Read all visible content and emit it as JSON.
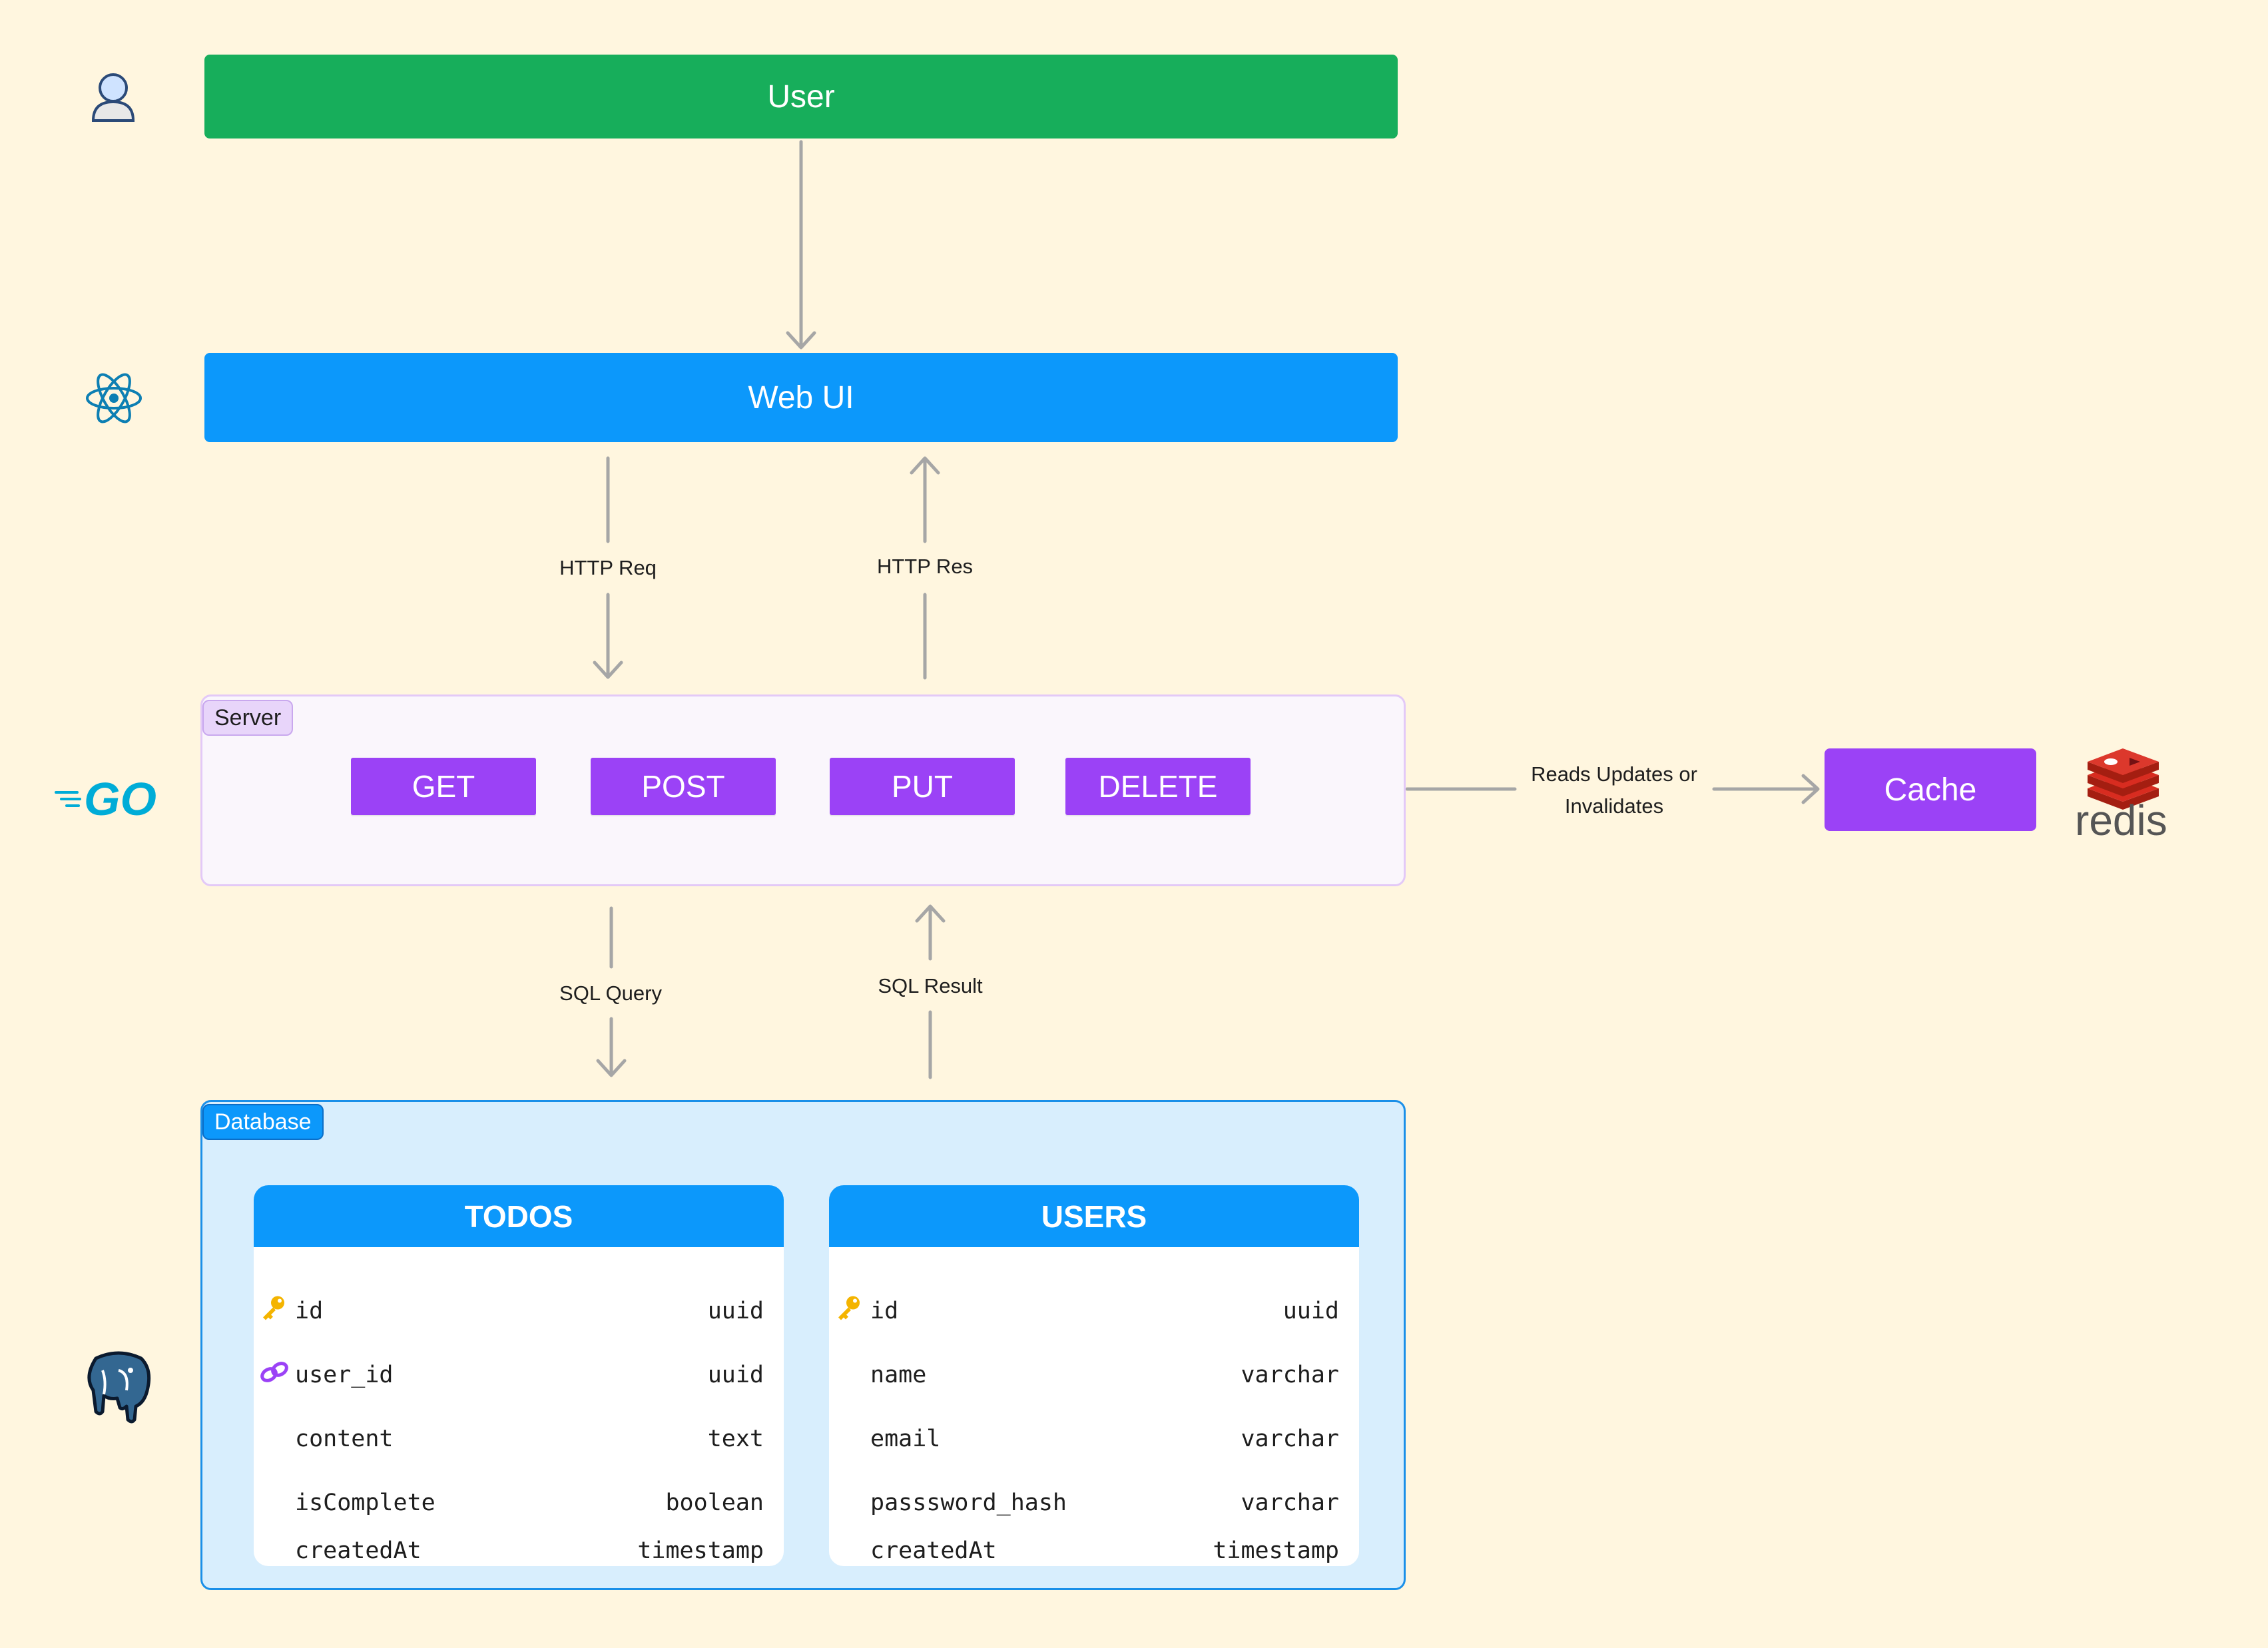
{
  "lanes": {
    "user": {
      "label": "User",
      "icon": "user-icon",
      "color": "#17ae5b"
    },
    "webui": {
      "label": "Web UI",
      "icon": "react-icon",
      "color": "#0c98fb"
    },
    "server": {
      "label": "Server",
      "icon": "go-logo-icon",
      "logo_text": "GO"
    },
    "database": {
      "label": "Database",
      "icon": "postgresql-elephant-icon"
    }
  },
  "server_methods": [
    "GET",
    "POST",
    "PUT",
    "DELETE"
  ],
  "cache": {
    "label": "Cache",
    "logo_text": "redis",
    "color": "#9b42f6"
  },
  "edges": {
    "http_req": "HTTP Req",
    "http_res": "HTTP Res",
    "sql_query": "SQL Query",
    "sql_result": "SQL Result",
    "cache_line1": "Reads Updates or",
    "cache_line2": "Invalidates"
  },
  "tables": [
    {
      "name": "TODOS",
      "rows": [
        {
          "field": "id",
          "type": "uuid",
          "icon": "primary-key-icon"
        },
        {
          "field": "user_id",
          "type": "uuid",
          "icon": "foreign-key-link-icon"
        },
        {
          "field": "content",
          "type": "text",
          "icon": ""
        },
        {
          "field": "isComplete",
          "type": "boolean",
          "icon": ""
        },
        {
          "field": "createdAt",
          "type": "timestamp",
          "icon": ""
        }
      ]
    },
    {
      "name": "USERS",
      "rows": [
        {
          "field": "id",
          "type": "uuid",
          "icon": "primary-key-icon"
        },
        {
          "field": "name",
          "type": "varchar",
          "icon": ""
        },
        {
          "field": "email",
          "type": "varchar",
          "icon": ""
        },
        {
          "field": "passsword_hash",
          "type": "varchar",
          "icon": ""
        },
        {
          "field": "createdAt",
          "type": "timestamp",
          "icon": ""
        }
      ]
    }
  ]
}
